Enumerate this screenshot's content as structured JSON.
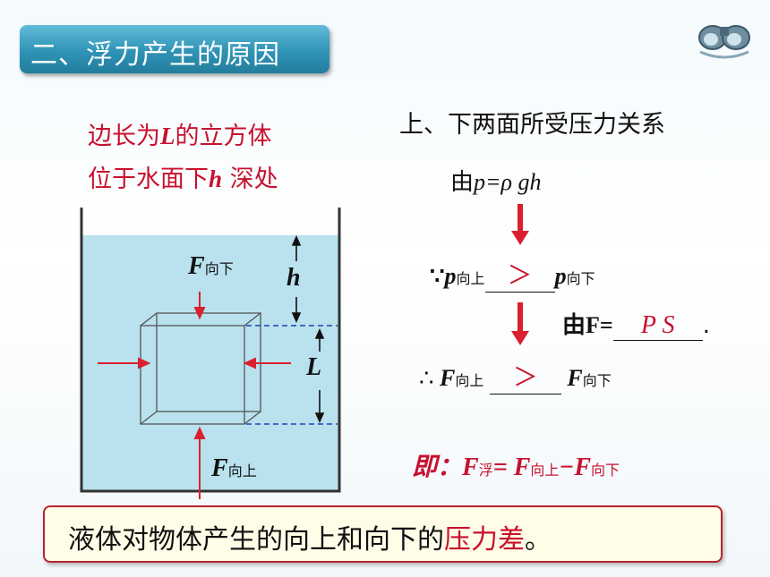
{
  "slide_title": "二、浮力产生的原因",
  "caption": {
    "line1_prefix": "边长为",
    "line1_var": "L",
    "line1_suffix": "的立方体",
    "line2_prefix": "位于水面下",
    "line2_var": "h",
    "line2_suffix": " 深处"
  },
  "diagram": {
    "f_down": "F",
    "f_down_sub": "向下",
    "f_up": "F",
    "f_up_sub": "向上",
    "h_label": "h",
    "l_label": "L"
  },
  "derivation": {
    "heading": "上、下两面所受压力关系",
    "formula_p": {
      "prefix": "由",
      "expr": "p=ρ gh"
    },
    "step1": {
      "because": "∵",
      "p": "p",
      "sub_up": "向上",
      "answer": "＞",
      "sub_down": "向下"
    },
    "step2": {
      "prefix": "由F=",
      "answer": "P S",
      "suffix": "."
    },
    "step3": {
      "therefore": "∴",
      "f": "F",
      "sub_up": "向上",
      "answer": "＞",
      "sub_down": "向下"
    },
    "result": {
      "prefix": "即：",
      "f_float": "F",
      "sub_float": "浮",
      "eq": "= ",
      "f1": "F",
      "sub_up": "向上",
      "minus": "−",
      "f2": "F",
      "sub_down": "向下"
    }
  },
  "conclusion": {
    "text": "液体对物体产生的向上和向下的",
    "highlight": "压力差",
    "end": "。"
  },
  "colors": {
    "accent_red": "#c8102e",
    "water": "#b9e2ee",
    "title_blue": "#2f93b6"
  },
  "icons": [
    "binoculars-icon"
  ]
}
